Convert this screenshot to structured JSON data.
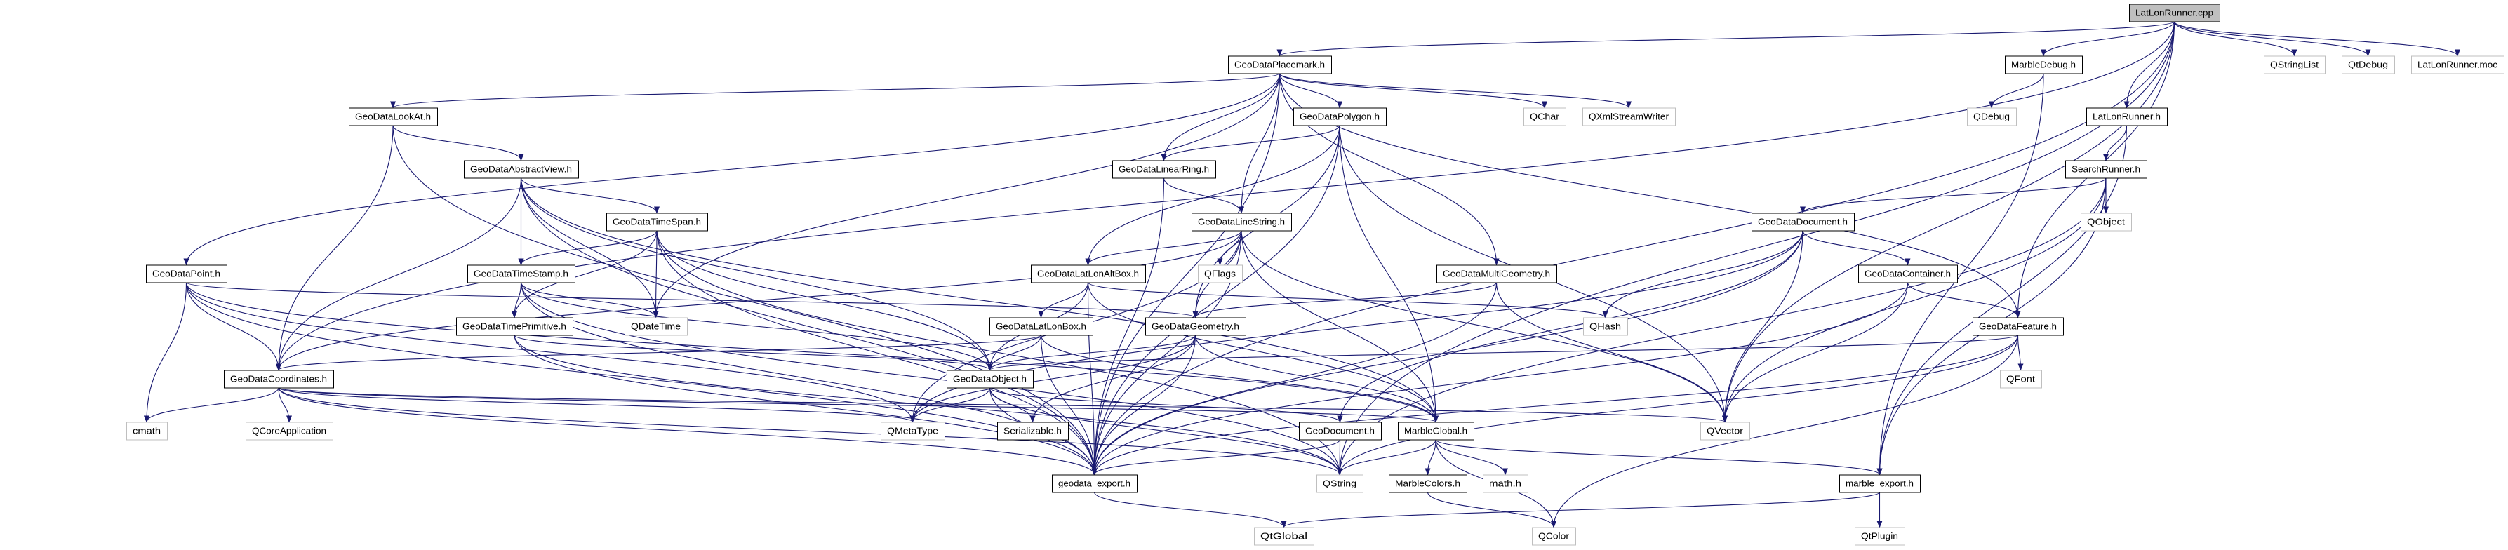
{
  "graph": {
    "root": "LatLonRunner.cpp",
    "colors": {
      "edge": "#191970",
      "node_border": "#000000",
      "external_border": "#bfbfbf",
      "root_fill": "#bfbfbf"
    },
    "nodes": [
      {
        "label": "LatLonRunner.cpp",
        "kind": "root"
      },
      {
        "label": "GeoDataPlacemark.h",
        "kind": "project"
      },
      {
        "label": "MarbleDebug.h",
        "kind": "project"
      },
      {
        "label": "QStringList",
        "kind": "external"
      },
      {
        "label": "QtDebug",
        "kind": "external"
      },
      {
        "label": "LatLonRunner.moc",
        "kind": "external"
      },
      {
        "label": "GeoDataLookAt.h",
        "kind": "project"
      },
      {
        "label": "GeoDataPolygon.h",
        "kind": "project"
      },
      {
        "label": "QChar",
        "kind": "external"
      },
      {
        "label": "QXmlStreamWriter",
        "kind": "external"
      },
      {
        "label": "QDebug",
        "kind": "external"
      },
      {
        "label": "LatLonRunner.h",
        "kind": "project"
      },
      {
        "label": "GeoDataAbstractView.h",
        "kind": "project"
      },
      {
        "label": "GeoDataLinearRing.h",
        "kind": "project"
      },
      {
        "label": "SearchRunner.h",
        "kind": "project"
      },
      {
        "label": "GeoDataTimeSpan.h",
        "kind": "project"
      },
      {
        "label": "GeoDataLineString.h",
        "kind": "project"
      },
      {
        "label": "GeoDataDocument.h",
        "kind": "project"
      },
      {
        "label": "QObject",
        "kind": "external"
      },
      {
        "label": "GeoDataPoint.h",
        "kind": "project"
      },
      {
        "label": "GeoDataTimeStamp.h",
        "kind": "project"
      },
      {
        "label": "GeoDataLatLonAltBox.h",
        "kind": "project"
      },
      {
        "label": "QFlags",
        "kind": "external"
      },
      {
        "label": "GeoDataMultiGeometry.h",
        "kind": "project"
      },
      {
        "label": "GeoDataContainer.h",
        "kind": "project"
      },
      {
        "label": "GeoDataTimePrimitive.h",
        "kind": "project"
      },
      {
        "label": "QDateTime",
        "kind": "external"
      },
      {
        "label": "GeoDataLatLonBox.h",
        "kind": "project"
      },
      {
        "label": "GeoDataGeometry.h",
        "kind": "project"
      },
      {
        "label": "QHash",
        "kind": "external"
      },
      {
        "label": "GeoDataFeature.h",
        "kind": "project"
      },
      {
        "label": "GeoDataCoordinates.h",
        "kind": "project"
      },
      {
        "label": "GeoDataObject.h",
        "kind": "project"
      },
      {
        "label": "QFont",
        "kind": "external"
      },
      {
        "label": "cmath",
        "kind": "external"
      },
      {
        "label": "QCoreApplication",
        "kind": "external"
      },
      {
        "label": "QMetaType",
        "kind": "external"
      },
      {
        "label": "Serializable.h",
        "kind": "project"
      },
      {
        "label": "GeoDocument.h",
        "kind": "project"
      },
      {
        "label": "MarbleGlobal.h",
        "kind": "project"
      },
      {
        "label": "QVector",
        "kind": "external"
      },
      {
        "label": "geodata_export.h",
        "kind": "project"
      },
      {
        "label": "QString",
        "kind": "external"
      },
      {
        "label": "MarbleColors.h",
        "kind": "project"
      },
      {
        "label": "math.h",
        "kind": "external"
      },
      {
        "label": "marble_export.h",
        "kind": "project"
      },
      {
        "label": "QtGlobal",
        "kind": "external"
      },
      {
        "label": "QColor",
        "kind": "external"
      },
      {
        "label": "QtPlugin",
        "kind": "external"
      }
    ],
    "edges": [
      [
        "LatLonRunner.cpp",
        "GeoDataPlacemark.h"
      ],
      [
        "LatLonRunner.cpp",
        "GeoDataCoordinates.h"
      ],
      [
        "LatLonRunner.cpp",
        "MarbleDebug.h"
      ],
      [
        "LatLonRunner.cpp",
        "LatLonRunner.h"
      ],
      [
        "LatLonRunner.cpp",
        "QStringList"
      ],
      [
        "LatLonRunner.cpp",
        "QtDebug"
      ],
      [
        "LatLonRunner.cpp",
        "LatLonRunner.moc"
      ],
      [
        "LatLonRunner.cpp",
        "QVector"
      ],
      [
        "LatLonRunner.cpp",
        "GeoDataFeature.h"
      ],
      [
        "LatLonRunner.cpp",
        "QString"
      ],
      [
        "LatLonRunner.cpp",
        "geodata_export.h"
      ],
      [
        "GeoDataPlacemark.h",
        "GeoDataLookAt.h"
      ],
      [
        "GeoDataPlacemark.h",
        "GeoDataPoint.h"
      ],
      [
        "GeoDataPlacemark.h",
        "GeoDataPolygon.h"
      ],
      [
        "GeoDataPlacemark.h",
        "GeoDataLinearRing.h"
      ],
      [
        "GeoDataPlacemark.h",
        "GeoDataLineString.h"
      ],
      [
        "GeoDataPlacemark.h",
        "GeoDataMultiGeometry.h"
      ],
      [
        "GeoDataPlacemark.h",
        "QChar"
      ],
      [
        "GeoDataPlacemark.h",
        "QXmlStreamWriter"
      ],
      [
        "GeoDataPlacemark.h",
        "QDateTime"
      ],
      [
        "GeoDataPlacemark.h",
        "GeoDataFeature.h"
      ],
      [
        "GeoDataPlacemark.h",
        "geodata_export.h"
      ],
      [
        "GeoDataLookAt.h",
        "GeoDataAbstractView.h"
      ],
      [
        "GeoDataLookAt.h",
        "GeoDataCoordinates.h"
      ],
      [
        "GeoDataLookAt.h",
        "geodata_export.h"
      ],
      [
        "GeoDataAbstractView.h",
        "GeoDataTimeSpan.h"
      ],
      [
        "GeoDataAbstractView.h",
        "GeoDataTimeStamp.h"
      ],
      [
        "GeoDataAbstractView.h",
        "GeoDataObject.h"
      ],
      [
        "GeoDataAbstractView.h",
        "GeoDataCoordinates.h"
      ],
      [
        "GeoDataAbstractView.h",
        "geodata_export.h"
      ],
      [
        "GeoDataAbstractView.h",
        "MarbleGlobal.h"
      ],
      [
        "GeoDataAbstractView.h",
        "QDateTime"
      ],
      [
        "GeoDataTimeSpan.h",
        "GeoDataTimeStamp.h"
      ],
      [
        "GeoDataTimeSpan.h",
        "GeoDataTimePrimitive.h"
      ],
      [
        "GeoDataTimeSpan.h",
        "QDateTime"
      ],
      [
        "GeoDataTimeSpan.h",
        "GeoDataObject.h"
      ],
      [
        "GeoDataTimeSpan.h",
        "geodata_export.h"
      ],
      [
        "GeoDataTimeSpan.h",
        "QString"
      ],
      [
        "GeoDataTimeStamp.h",
        "GeoDataTimePrimitive.h"
      ],
      [
        "GeoDataTimeStamp.h",
        "QDateTime"
      ],
      [
        "GeoDataTimeStamp.h",
        "GeoDataObject.h"
      ],
      [
        "GeoDataTimeStamp.h",
        "geodata_export.h"
      ],
      [
        "GeoDataTimeStamp.h",
        "QString"
      ],
      [
        "GeoDataTimePrimitive.h",
        "GeoDataObject.h"
      ],
      [
        "GeoDataTimePrimitive.h",
        "geodata_export.h"
      ],
      [
        "GeoDataTimePrimitive.h",
        "QString"
      ],
      [
        "GeoDataPoint.h",
        "GeoDataCoordinates.h"
      ],
      [
        "GeoDataPoint.h",
        "GeoDataGeometry.h"
      ],
      [
        "GeoDataPoint.h",
        "cmath"
      ],
      [
        "GeoDataPoint.h",
        "geodata_export.h"
      ],
      [
        "GeoDataPoint.h",
        "QMetaType"
      ],
      [
        "GeoDataPoint.h",
        "MarbleGlobal.h"
      ],
      [
        "GeoDataCoordinates.h",
        "cmath"
      ],
      [
        "GeoDataCoordinates.h",
        "QCoreApplication"
      ],
      [
        "GeoDataCoordinates.h",
        "QMetaType"
      ],
      [
        "GeoDataCoordinates.h",
        "QVector"
      ],
      [
        "GeoDataCoordinates.h",
        "QString"
      ],
      [
        "GeoDataCoordinates.h",
        "geodata_export.h"
      ],
      [
        "GeoDataCoordinates.h",
        "MarbleGlobal.h"
      ],
      [
        "GeoDataPolygon.h",
        "GeoDataLinearRing.h"
      ],
      [
        "GeoDataPolygon.h",
        "GeoDataLatLonAltBox.h"
      ],
      [
        "GeoDataPolygon.h",
        "GeoDataGeometry.h"
      ],
      [
        "GeoDataPolygon.h",
        "MarbleGlobal.h"
      ],
      [
        "GeoDataPolygon.h",
        "QVector"
      ],
      [
        "GeoDataPolygon.h",
        "geodata_export.h"
      ],
      [
        "GeoDataLinearRing.h",
        "GeoDataLineString.h"
      ],
      [
        "GeoDataLinearRing.h",
        "geodata_export.h"
      ],
      [
        "GeoDataLineString.h",
        "GeoDataLatLonAltBox.h"
      ],
      [
        "GeoDataLineString.h",
        "GeoDataGeometry.h"
      ],
      [
        "GeoDataLineString.h",
        "QFlags"
      ],
      [
        "GeoDataLineString.h",
        "QVector"
      ],
      [
        "GeoDataLineString.h",
        "GeoDataCoordinates.h"
      ],
      [
        "GeoDataLineString.h",
        "MarbleGlobal.h"
      ],
      [
        "GeoDataLineString.h",
        "geodata_export.h"
      ],
      [
        "GeoDataLineString.h",
        "QMetaType"
      ],
      [
        "GeoDataLatLonAltBox.h",
        "GeoDataLatLonBox.h"
      ],
      [
        "GeoDataLatLonAltBox.h",
        "GeoDataObject.h"
      ],
      [
        "GeoDataLatLonAltBox.h",
        "geodata_export.h"
      ],
      [
        "GeoDataLatLonAltBox.h",
        "QHash"
      ],
      [
        "GeoDataLatLonAltBox.h",
        "MarbleGlobal.h"
      ],
      [
        "GeoDataLatLonBox.h",
        "GeoDataObject.h"
      ],
      [
        "GeoDataLatLonBox.h",
        "GeoDataCoordinates.h"
      ],
      [
        "GeoDataLatLonBox.h",
        "geodata_export.h"
      ],
      [
        "GeoDataLatLonBox.h",
        "MarbleGlobal.h"
      ],
      [
        "GeoDataGeometry.h",
        "GeoDataObject.h"
      ],
      [
        "GeoDataGeometry.h",
        "Serializable.h"
      ],
      [
        "GeoDataGeometry.h",
        "geodata_export.h"
      ],
      [
        "GeoDataGeometry.h",
        "MarbleGlobal.h"
      ],
      [
        "GeoDataGeometry.h",
        "QMetaType"
      ],
      [
        "GeoDataObject.h",
        "QMetaType"
      ],
      [
        "GeoDataObject.h",
        "Serializable.h"
      ],
      [
        "GeoDataObject.h",
        "geodata_export.h"
      ],
      [
        "GeoDataObject.h",
        "GeoDocument.h"
      ],
      [
        "GeoDataObject.h",
        "QString"
      ],
      [
        "GeoDataMultiGeometry.h",
        "GeoDataGeometry.h"
      ],
      [
        "GeoDataMultiGeometry.h",
        "QVector"
      ],
      [
        "GeoDataMultiGeometry.h",
        "geodata_export.h"
      ],
      [
        "GeoDataDocument.h",
        "GeoDataContainer.h"
      ],
      [
        "GeoDataDocument.h",
        "QHash"
      ],
      [
        "GeoDataDocument.h",
        "QVector"
      ],
      [
        "GeoDataDocument.h",
        "GeoDocument.h"
      ],
      [
        "GeoDataDocument.h",
        "QMetaType"
      ],
      [
        "GeoDataDocument.h",
        "geodata_export.h"
      ],
      [
        "GeoDataContainer.h",
        "GeoDataFeature.h"
      ],
      [
        "GeoDataContainer.h",
        "QVector"
      ],
      [
        "GeoDataContainer.h",
        "geodata_export.h"
      ],
      [
        "GeoDataFeature.h",
        "GeoDataObject.h"
      ],
      [
        "GeoDataFeature.h",
        "QFont"
      ],
      [
        "GeoDataFeature.h",
        "geodata_export.h"
      ],
      [
        "GeoDataFeature.h",
        "QString"
      ],
      [
        "GeoDataFeature.h",
        "QColor"
      ],
      [
        "GeoDocument.h",
        "QString"
      ],
      [
        "GeoDocument.h",
        "geodata_export.h"
      ],
      [
        "MarbleGlobal.h",
        "QString"
      ],
      [
        "MarbleGlobal.h",
        "MarbleColors.h"
      ],
      [
        "MarbleGlobal.h",
        "math.h"
      ],
      [
        "MarbleGlobal.h",
        "QColor"
      ],
      [
        "MarbleGlobal.h",
        "marble_export.h"
      ],
      [
        "MarbleColors.h",
        "QColor"
      ],
      [
        "geodata_export.h",
        "QtGlobal"
      ],
      [
        "marble_export.h",
        "QtGlobal"
      ],
      [
        "marble_export.h",
        "QtPlugin"
      ],
      [
        "MarbleDebug.h",
        "QDebug"
      ],
      [
        "MarbleDebug.h",
        "marble_export.h"
      ],
      [
        "LatLonRunner.h",
        "SearchRunner.h"
      ],
      [
        "LatLonRunner.h",
        "marble_export.h"
      ],
      [
        "SearchRunner.h",
        "QObject"
      ],
      [
        "SearchRunner.h",
        "GeoDataDocument.h"
      ],
      [
        "SearchRunner.h",
        "QVector"
      ],
      [
        "SearchRunner.h",
        "QString"
      ],
      [
        "SearchRunner.h",
        "marble_export.h"
      ]
    ]
  }
}
